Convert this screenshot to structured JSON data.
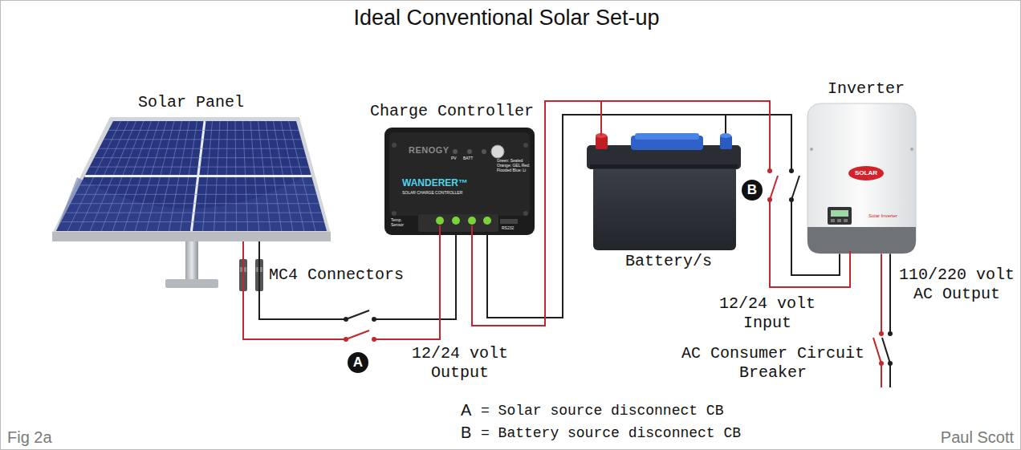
{
  "diagram": {
    "title": "Ideal Conventional Solar Set-up",
    "nodes": [
      {
        "text": [
          "Solar Panel"
        ]
      },
      {
        "text": [
          "Charge Controller",
          "RENOGY",
          "PV",
          "BATT",
          "WANDERER™",
          "SOLAR CHARGE CONTROLLER",
          "Green: Sealed Orange: GEL Red: Flooded Blue: Li",
          "Temp. Sensor",
          "RS232"
        ]
      },
      {
        "text": [
          "Battery/s"
        ]
      },
      {
        "text": [
          "Inverter",
          "SOLAR",
          "Solar Inverter"
        ]
      }
    ],
    "edges": [
      {
        "from": 0,
        "to": 1,
        "arrow": "none"
      },
      {
        "from": 1,
        "to": 2,
        "arrow": "none"
      },
      {
        "from": 2,
        "to": 3,
        "arrow": "none"
      }
    ],
    "labels": [
      "MC4 Connectors",
      "A",
      "B",
      "12/24 volt Output",
      "12/24 volt Input",
      "110/220 volt AC Output",
      "AC Consumer Circuit Breaker",
      "A",
      "= Solar source disconnect CB",
      "B",
      "= Battery source disconnect CB",
      "Fig 2a",
      "Paul Scott"
    ]
  }
}
